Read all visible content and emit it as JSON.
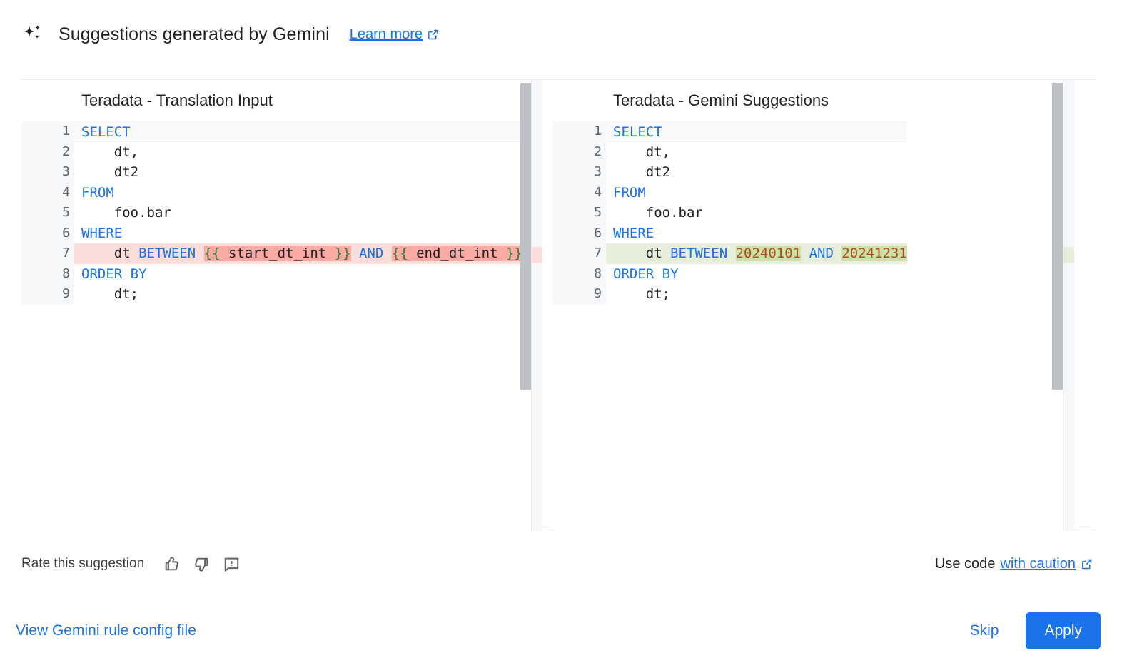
{
  "header": {
    "sparkle_icon": "sparkle-icon",
    "title": "Suggestions generated by Gemini",
    "learn_more_label": "Learn more",
    "external_icon": "external-link-icon"
  },
  "diff": {
    "left": {
      "title": "Teradata - Translation Input",
      "lines": [
        {
          "num": "1",
          "sign": "",
          "state": "first",
          "segments": [
            {
              "text": "SELECT",
              "cls": "kw"
            }
          ]
        },
        {
          "num": "2",
          "sign": "",
          "state": "normal",
          "segments": [
            {
              "text": "    dt,",
              "cls": "tok"
            }
          ]
        },
        {
          "num": "3",
          "sign": "",
          "state": "normal",
          "segments": [
            {
              "text": "    dt2",
              "cls": "tok"
            }
          ]
        },
        {
          "num": "4",
          "sign": "",
          "state": "normal",
          "segments": [
            {
              "text": "FROM",
              "cls": "kw"
            }
          ]
        },
        {
          "num": "5",
          "sign": "",
          "state": "normal",
          "segments": [
            {
              "text": "    foo.bar",
              "cls": "tok"
            }
          ]
        },
        {
          "num": "6",
          "sign": "",
          "state": "normal",
          "segments": [
            {
              "text": "WHERE",
              "cls": "kw"
            }
          ]
        },
        {
          "num": "7",
          "sign": "—",
          "state": "del",
          "segments": [
            {
              "text": "    dt ",
              "cls": "tok"
            },
            {
              "text": "BETWEEN",
              "cls": "kw"
            },
            {
              "text": " ",
              "cls": "tok"
            },
            {
              "text": "{{",
              "cls": "brace wdel"
            },
            {
              "text": " start_dt_int ",
              "cls": "tok wdel"
            },
            {
              "text": "}}",
              "cls": "brace wdel"
            },
            {
              "text": " ",
              "cls": "tok"
            },
            {
              "text": "AND",
              "cls": "kw"
            },
            {
              "text": " ",
              "cls": "tok"
            },
            {
              "text": "{{",
              "cls": "brace wdel"
            },
            {
              "text": " end_dt_int ",
              "cls": "tok wdel"
            },
            {
              "text": "}}",
              "cls": "brace wdel"
            }
          ]
        },
        {
          "num": "8",
          "sign": "",
          "state": "normal",
          "segments": [
            {
              "text": "ORDER BY",
              "cls": "kw"
            }
          ]
        },
        {
          "num": "9",
          "sign": "",
          "state": "normal",
          "segments": [
            {
              "text": "    dt;",
              "cls": "tok"
            }
          ]
        }
      ]
    },
    "right": {
      "title": "Teradata - Gemini Suggestions",
      "lines": [
        {
          "num": "1",
          "sign": "",
          "state": "first",
          "segments": [
            {
              "text": "SELECT",
              "cls": "kw"
            }
          ]
        },
        {
          "num": "2",
          "sign": "",
          "state": "normal",
          "segments": [
            {
              "text": "    dt,",
              "cls": "tok"
            }
          ]
        },
        {
          "num": "3",
          "sign": "",
          "state": "normal",
          "segments": [
            {
              "text": "    dt2",
              "cls": "tok"
            }
          ]
        },
        {
          "num": "4",
          "sign": "",
          "state": "normal",
          "segments": [
            {
              "text": "FROM",
              "cls": "kw"
            }
          ]
        },
        {
          "num": "5",
          "sign": "",
          "state": "normal",
          "segments": [
            {
              "text": "    foo.bar",
              "cls": "tok"
            }
          ]
        },
        {
          "num": "6",
          "sign": "",
          "state": "normal",
          "segments": [
            {
              "text": "WHERE",
              "cls": "kw"
            }
          ]
        },
        {
          "num": "7",
          "sign": "+",
          "state": "add",
          "segments": [
            {
              "text": "    dt ",
              "cls": "tok"
            },
            {
              "text": "BETWEEN",
              "cls": "kw"
            },
            {
              "text": " ",
              "cls": "tok"
            },
            {
              "text": "20240101",
              "cls": "num wadd"
            },
            {
              "text": " ",
              "cls": "tok"
            },
            {
              "text": "AND",
              "cls": "kw"
            },
            {
              "text": " ",
              "cls": "tok"
            },
            {
              "text": "20241231",
              "cls": "num wadd"
            }
          ]
        },
        {
          "num": "8",
          "sign": "",
          "state": "normal",
          "segments": [
            {
              "text": "ORDER BY",
              "cls": "kw"
            }
          ]
        },
        {
          "num": "9",
          "sign": "",
          "state": "normal",
          "segments": [
            {
              "text": "    dt;",
              "cls": "tok"
            }
          ]
        }
      ]
    }
  },
  "rate": {
    "label": "Rate this suggestion",
    "thumb_up_icon": "thumb-up-icon",
    "thumb_down_icon": "thumb-down-icon",
    "report_icon": "report-feedback-icon",
    "caution_prefix": "Use code",
    "caution_link": "with caution",
    "caution_external_icon": "external-link-icon"
  },
  "actions": {
    "config_link": "View Gemini rule config file",
    "skip_label": "Skip",
    "apply_label": "Apply"
  },
  "colors": {
    "accent": "#1a73e8",
    "delete_line": "#fbdedc",
    "delete_word": "#f9aaa5",
    "add_line": "#e8eedc",
    "add_word": "#cfe0a8",
    "minimap_red": "#ffa39e",
    "minimap_green": "#cce5a0",
    "keyword": "#1a73e8",
    "number": "#b24a21",
    "brace": "#2e7d32"
  }
}
